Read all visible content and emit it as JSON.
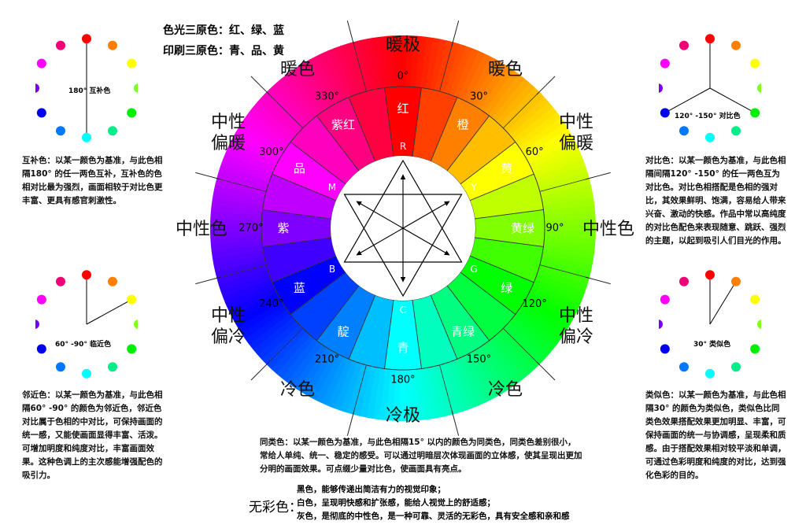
{
  "header": {
    "light_primaries": "色光三原色：红、绿、蓝",
    "print_primaries": "印刷三原色：青、品、黄"
  },
  "wheel": {
    "outer_labels": [
      {
        "deg": "0°",
        "angle": 0
      },
      {
        "deg": "30°",
        "angle": 30
      },
      {
        "deg": "60°",
        "angle": 60
      },
      {
        "deg": "90°",
        "angle": 90
      },
      {
        "deg": "120°",
        "angle": 120
      },
      {
        "deg": "150°",
        "angle": 150
      },
      {
        "deg": "180°",
        "angle": 180
      },
      {
        "deg": "210°",
        "angle": 210
      },
      {
        "deg": "240°",
        "angle": 240
      },
      {
        "deg": "270°",
        "angle": 270
      },
      {
        "deg": "300°",
        "angle": 300
      },
      {
        "deg": "330°",
        "angle": 330
      }
    ],
    "hue_names": [
      {
        "name": "红",
        "angle": 0
      },
      {
        "name": "橙",
        "angle": 30
      },
      {
        "name": "黄",
        "angle": 60
      },
      {
        "name": "黄绿",
        "angle": 90
      },
      {
        "name": "绿",
        "angle": 120
      },
      {
        "name": "青绿",
        "angle": 150
      },
      {
        "name": "青",
        "angle": 180
      },
      {
        "name": "靛",
        "angle": 210
      },
      {
        "name": "蓝",
        "angle": 240
      },
      {
        "name": "紫",
        "angle": 270
      },
      {
        "name": "品",
        "angle": 300
      },
      {
        "name": "紫红",
        "angle": 330
      }
    ],
    "letters": [
      {
        "letter": "R",
        "angle": 0
      },
      {
        "letter": "Y",
        "angle": 60
      },
      {
        "letter": "G",
        "angle": 120
      },
      {
        "letter": "C",
        "angle": 180
      },
      {
        "letter": "B",
        "angle": 240
      },
      {
        "letter": "M",
        "angle": 300
      }
    ]
  },
  "zones": {
    "warm_pole": "暖极",
    "cold_pole": "冷极",
    "warm_left": "暖色",
    "warm_right": "暖色",
    "neutral_warm_left": "中性\n偏暖",
    "neutral_warm_right": "中性\n偏暖",
    "neutral_left": "中性色",
    "neutral_right": "中性色",
    "neutral_cool_left": "中性\n偏冷",
    "neutral_cool_right": "中性\n偏冷",
    "cold_left": "冷色",
    "cold_right": "冷色"
  },
  "mini_wheels": {
    "complementary": {
      "label": "180°  互补色"
    },
    "contrast": {
      "label": "120° -150°  对比色"
    },
    "adjacent": {
      "label": "60° -90°  临近色"
    },
    "analogous": {
      "label": "30°  类似色"
    },
    "dot_colors": [
      "#ff0000",
      "#ff7f00",
      "#ffff00",
      "#80ff20",
      "#00ee00",
      "#00ee88",
      "#00ffff",
      "#0077ff",
      "#0000ee",
      "#7700ee",
      "#ff00ff",
      "#ee0077"
    ]
  },
  "descriptions": {
    "complementary": "互补色：以某一颜色为基准，与此色相隔180° 的任一两色互补，互补色的色相对比最为强烈，画面相较于对比色更丰富、更具有感官刺激性。",
    "contrast": "对比色：以某一颜色为基准，与此色相隔间隔120° -150° 的任一两色互为对比色。对比色相搭配是色相的强对比，其效果鲜明、饱满，容易给人带来兴奋、激动的快感。作品中常以高纯度的对比色配色来表现随意、跳跃、强烈的主题，以起到吸引人们目光的作用。",
    "adjacent": "邻近色：以某一颜色为基准，与此色相隔60° -90° 的颜色为邻近色，邻近色对比属于色相的中对比，可保持画面的统一感，又能使画面显得丰富、活泼。可增加明度和纯度对比，丰富画面效果。这种色调上的主次感能增强配色的吸引力。",
    "analogous": "类似色：以某一颜色为基准，与此色相隔30° 的颜色为类似色，类似色比同类色效果搭配效果更加明显、丰富，可保持画面的统一与协调感，呈现柔和质感。由于搭配效果相对较平淡和单调，可通过色彩明度和纯度的对比，达到强化色彩的目的。",
    "same_hue": "同类色：以某一颜色为基准，与此色相隔15° 以内的颜色为同类色，同类色差别很小，常给人单纯、统一、稳定的感受。可以通过明暗层次体现画面的立体感，使其呈现出更加分明的画面效果。可点缀少量对比色，使画面具有亮点。"
  },
  "achromatic": {
    "title": "无彩色：",
    "black": "黑色，能够传递出简洁有力的视觉印象；",
    "white": "白色，呈现明快感和扩张感，能给人视觉上的舒适感；",
    "gray": "灰色，是彻底的中性色，是一种可靠、灵活的无彩色，具有安全感和亲和感"
  }
}
